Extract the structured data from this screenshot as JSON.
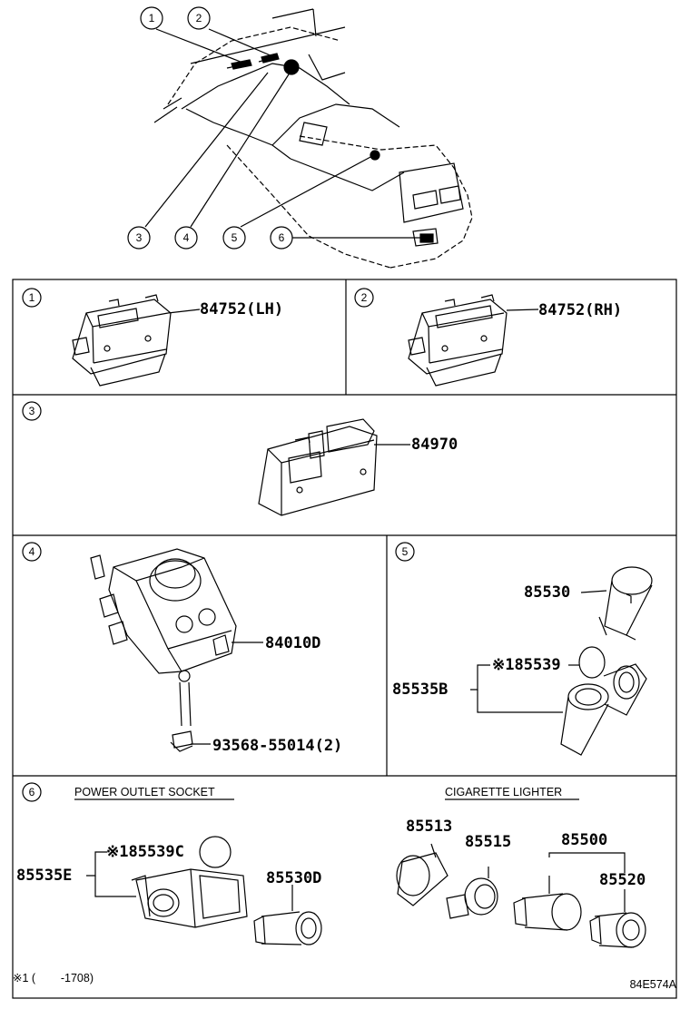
{
  "overview": {
    "callouts": [
      "1",
      "2",
      "3",
      "4",
      "5",
      "6"
    ]
  },
  "panels": [
    {
      "id": "1",
      "parts": [
        {
          "label": "84752(LH)"
        }
      ]
    },
    {
      "id": "2",
      "parts": [
        {
          "label": "84752(RH)"
        }
      ]
    },
    {
      "id": "3",
      "parts": [
        {
          "label": "84970"
        }
      ]
    },
    {
      "id": "4",
      "parts": [
        {
          "label": "84010D"
        },
        {
          "label": "93568-55014(2)"
        }
      ]
    },
    {
      "id": "5",
      "parts": [
        {
          "label": "85530"
        },
        {
          "label": "※185539"
        },
        {
          "label": "85535B"
        }
      ]
    },
    {
      "id": "6",
      "captions": [
        "POWER OUTLET SOCKET",
        "CIGARETTE LIGHTER"
      ],
      "parts": [
        {
          "label": "※185539C"
        },
        {
          "label": "85535E"
        },
        {
          "label": "85530D"
        },
        {
          "label": "85513"
        },
        {
          "label": "85515"
        },
        {
          "label": "85500"
        },
        {
          "label": "85520"
        }
      ]
    }
  ],
  "footnote": "※1 (        -1708)",
  "drawing_code": "84E574A"
}
